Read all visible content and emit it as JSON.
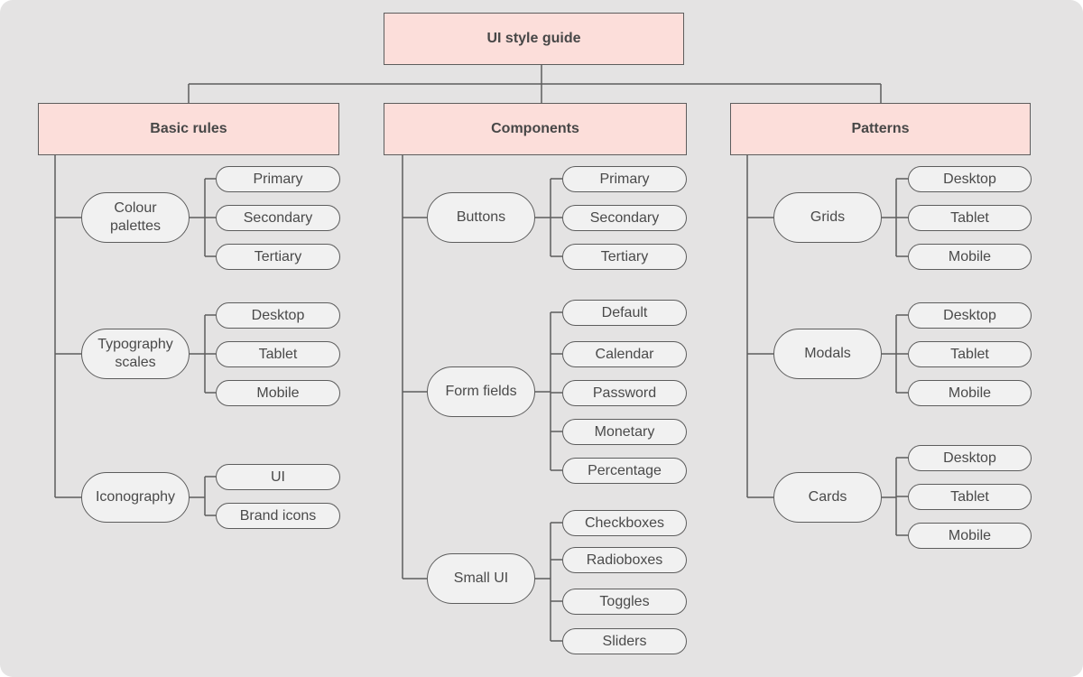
{
  "canvas": {
    "background_color": "#e4e3e3",
    "accent_pink": "#fcdeda",
    "node_fill": "#f1f1f1",
    "line_color": "#5d5d5d",
    "text_color": "#4a4a4a"
  },
  "root": {
    "label": "UI style guide"
  },
  "sections": [
    {
      "label": "Basic rules",
      "groups": [
        {
          "label": "Colour palettes",
          "children": [
            "Primary",
            "Secondary",
            "Tertiary"
          ]
        },
        {
          "label": "Typography scales",
          "children": [
            "Desktop",
            "Tablet",
            "Mobile"
          ]
        },
        {
          "label": "Iconography",
          "children": [
            "UI",
            "Brand icons"
          ]
        }
      ]
    },
    {
      "label": "Components",
      "groups": [
        {
          "label": "Buttons",
          "children": [
            "Primary",
            "Secondary",
            "Tertiary"
          ]
        },
        {
          "label": "Form fields",
          "children": [
            "Default",
            "Calendar",
            "Password",
            "Monetary",
            "Percentage"
          ]
        },
        {
          "label": "Small UI",
          "children": [
            "Checkboxes",
            "Radioboxes",
            "Toggles",
            "Sliders"
          ]
        }
      ]
    },
    {
      "label": "Patterns",
      "groups": [
        {
          "label": "Grids",
          "children": [
            "Desktop",
            "Tablet",
            "Mobile"
          ]
        },
        {
          "label": "Modals",
          "children": [
            "Desktop",
            "Tablet",
            "Mobile"
          ]
        },
        {
          "label": "Cards",
          "children": [
            "Desktop",
            "Tablet",
            "Mobile"
          ]
        }
      ]
    }
  ]
}
